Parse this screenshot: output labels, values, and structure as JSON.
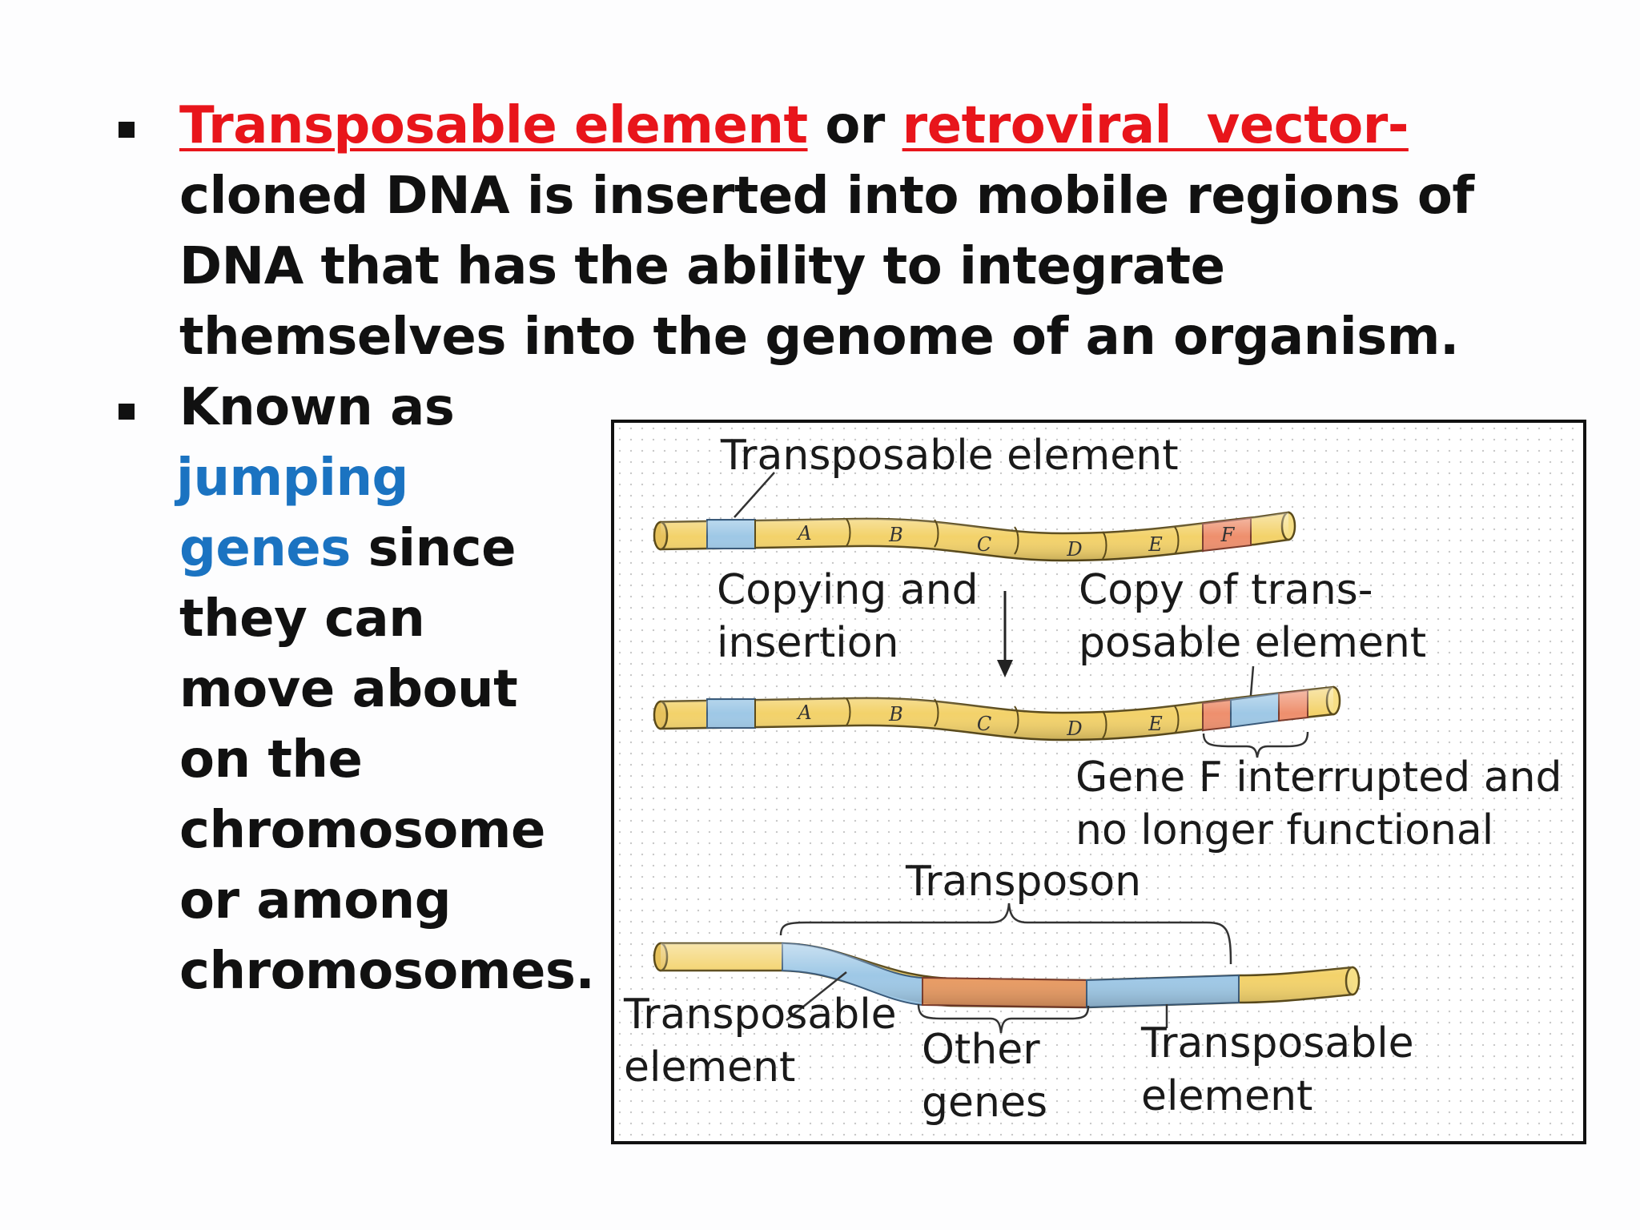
{
  "bullet1": {
    "term1": "Transposable element",
    "joiner": " or ",
    "term2": "retroviral  vector-",
    "line2": "cloned DNA is inserted into mobile regions of",
    "line3": "DNA that has the ability to integrate",
    "line4": "themselves into the genome of an organism."
  },
  "bullet2": {
    "line1": "Known as",
    "highlight1": "jumping",
    "highlight2": "genes",
    "line3_rest": " since",
    "line4": "they can",
    "line5": "move about",
    "line6": "on the",
    "line7": "chromosome",
    "line8": "or among",
    "line9": "chromosomes."
  },
  "figure": {
    "label_transposable_top": "Transposable element",
    "label_copying_1": "Copying and",
    "label_copying_2": "insertion",
    "label_copy_1": "Copy of trans-",
    "label_copy_2": "posable element",
    "label_gene_f_1": "Gene F interrupted and",
    "label_gene_f_2": "no longer functional",
    "label_transposon": "Transposon",
    "label_te_left_1": "Transposable",
    "label_te_left_2": "element",
    "label_other_1": "Other",
    "label_other_2": "genes",
    "label_te_right_1": "Transposable",
    "label_te_right_2": "element",
    "genes_row1": [
      "A",
      "B",
      "C",
      "D",
      "E",
      "F"
    ],
    "genes_row2": [
      "A",
      "B",
      "C",
      "D",
      "E"
    ],
    "colors": {
      "chromosome": "#f3d26a",
      "transposable": "#9ec8e6",
      "gene_f": "#ee8f6d",
      "other_genes": "#e89a62"
    }
  }
}
